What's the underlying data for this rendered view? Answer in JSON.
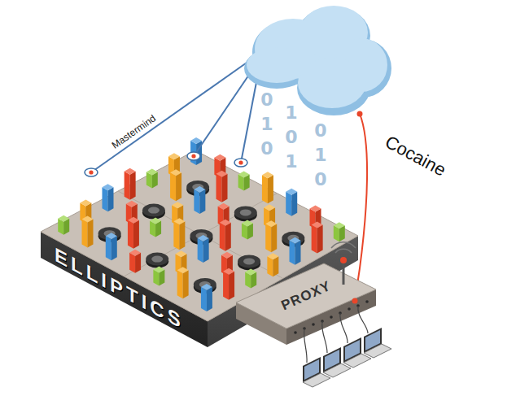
{
  "diagram": {
    "nodes": [
      {
        "text": [
          "ELLIPTICS"
        ]
      },
      {
        "text": [
          "PROXY"
        ]
      }
    ],
    "labels": [
      "Mastermind",
      "Cocaine",
      "0",
      "1",
      "0",
      "1",
      "0",
      "1",
      "0",
      "1",
      "0"
    ]
  }
}
